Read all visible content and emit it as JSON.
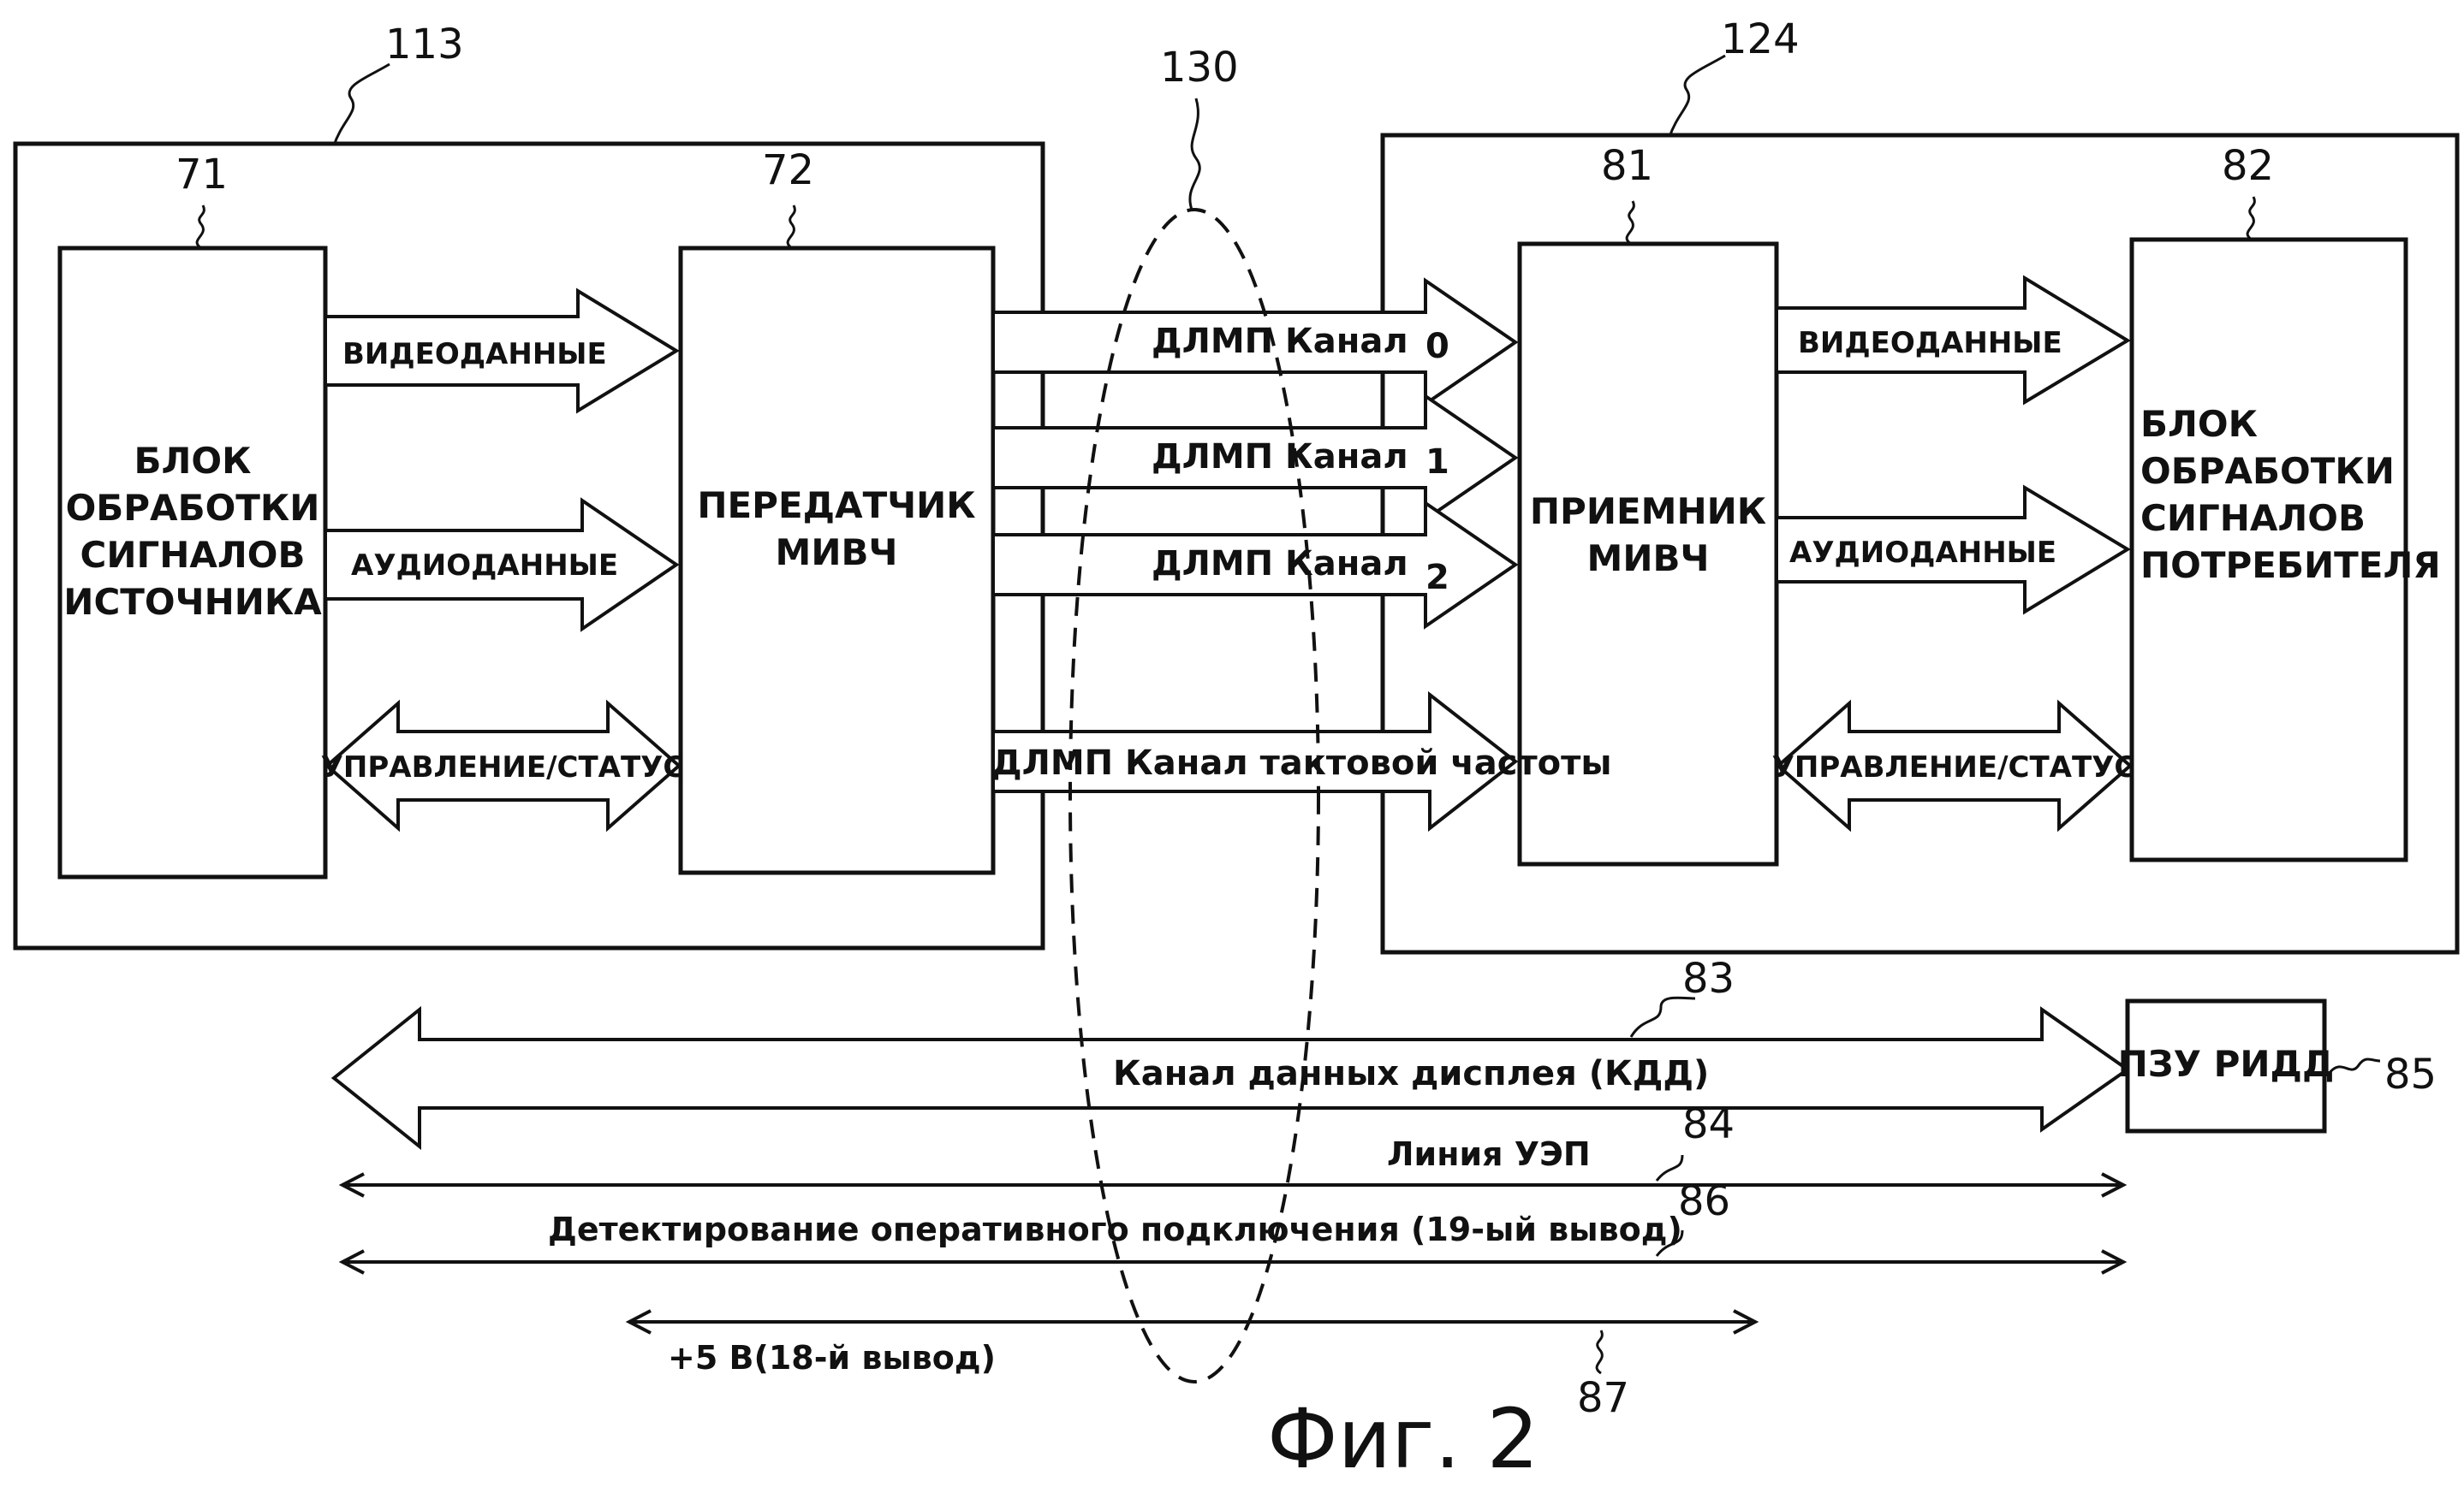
{
  "refs": {
    "source_device": "113",
    "sink_device": "124",
    "cable": "130",
    "source_block": "71",
    "transmitter": "72",
    "receiver": "81",
    "sink_block": "82",
    "ddc": "83",
    "cec": "84",
    "edid_rom": "85",
    "hpd": "86",
    "power": "87"
  },
  "blocks": {
    "source": [
      "БЛОК",
      "ОБРАБОТКИ",
      "СИГНАЛОВ",
      "ИСТОЧНИКА"
    ],
    "transmitter": [
      "ПЕРЕДАТЧИК",
      "МИВЧ"
    ],
    "receiver": [
      "ПРИЕМНИК",
      "МИВЧ"
    ],
    "sink": [
      "БЛОК",
      "ОБРАБОТКИ",
      "СИГНАЛОВ",
      "ПОТРЕБИТЕЛЯ"
    ],
    "edid_rom": "ПЗУ РИДД"
  },
  "arrows": {
    "video": "ВИДЕОДАННЫЕ",
    "audio": "АУДИОДАННЫЕ",
    "control": "УПРАВЛЕНИЕ/СТАТУС"
  },
  "channels": [
    {
      "label": "ДЛМП Канал",
      "num": "0"
    },
    {
      "label": "ДЛМП Канал",
      "num": "1"
    },
    {
      "label": "ДЛМП Канал",
      "num": "2"
    }
  ],
  "clock_channel": "ДЛМП Канал тактовой частоты",
  "ddc_label": "Канал данных дисплея (КДД)",
  "cec_label": "Линия УЭП",
  "hpd_label": "Детектирование оперативного подключения (19-ый вывод)",
  "power_label": "+5 В(18-й вывод)",
  "figure_caption": "Фиг. 2"
}
